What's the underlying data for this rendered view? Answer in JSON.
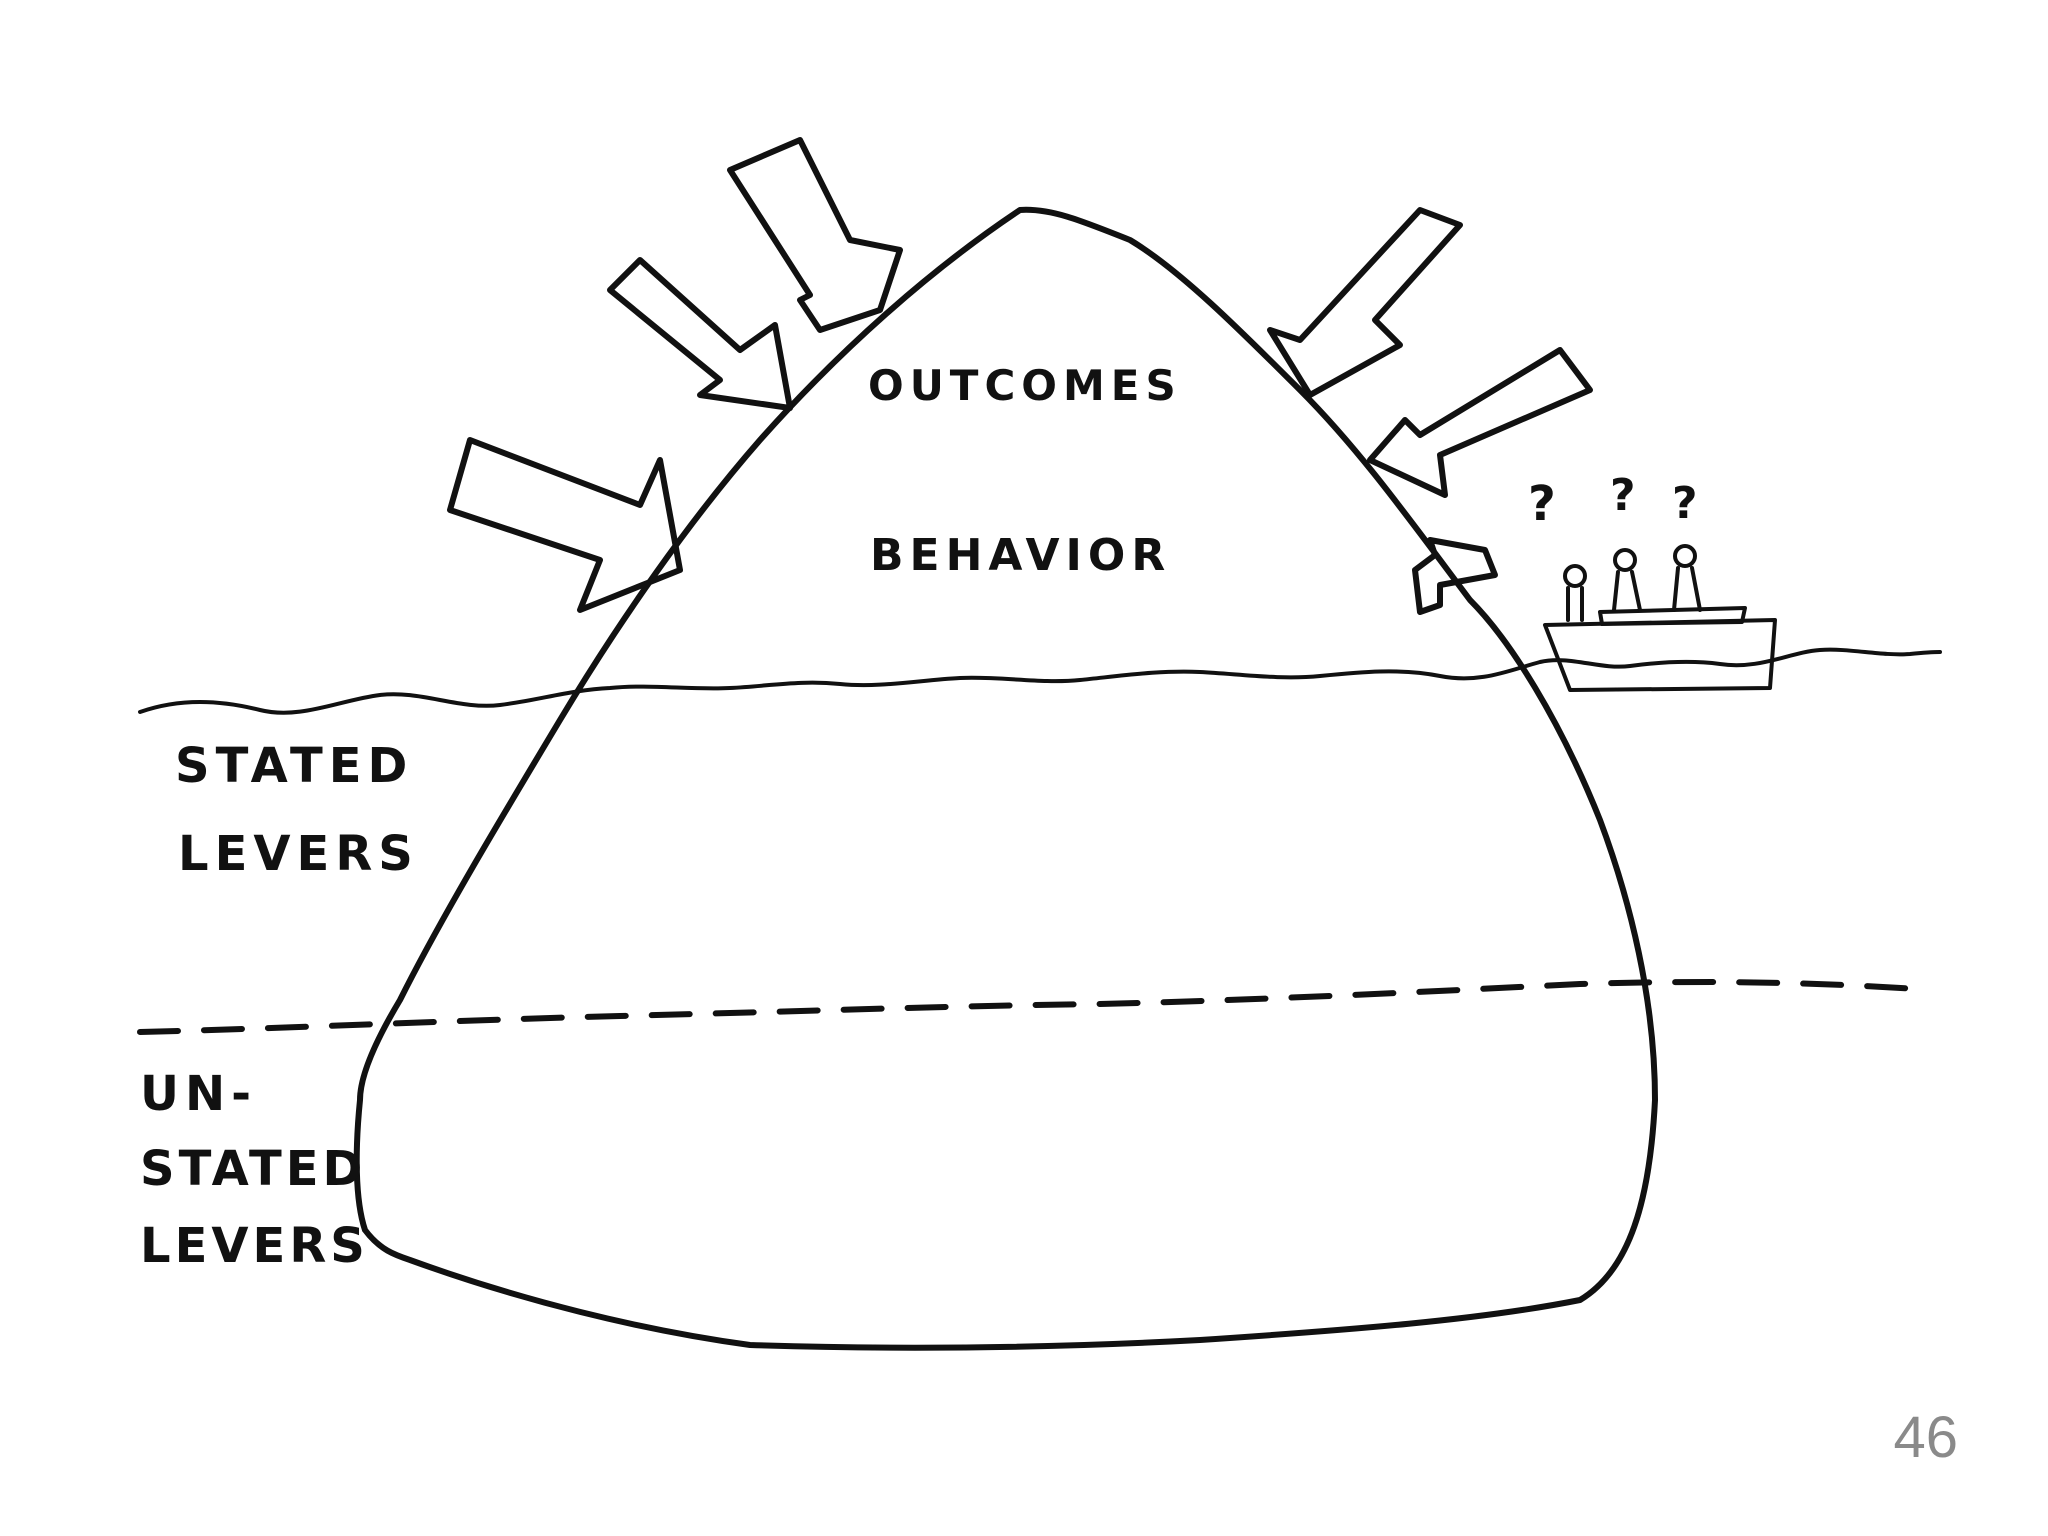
{
  "diagram": {
    "labels": {
      "outcomes": "OUTCOMES",
      "behavior": "BEHAVIOR",
      "stated_levers_line1": "STATED",
      "stated_levers_line2": "LEVERS",
      "unstated_levers_line1": "UN-",
      "unstated_levers_line2": "STATED",
      "unstated_levers_line3": "LEVERS",
      "question_marks": [
        "?",
        "?",
        "?"
      ]
    },
    "icons": {
      "arrows": "arrow-icon",
      "boat": "boat-icon",
      "person": "person-icon"
    },
    "colors": {
      "ink": "#111111",
      "page_number": "#8a8a8a",
      "background": "#ffffff"
    }
  },
  "footer": {
    "page_number": "46"
  }
}
